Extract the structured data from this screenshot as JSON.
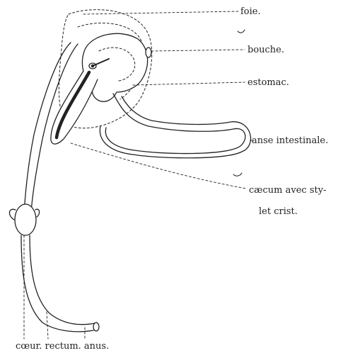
{
  "labels": {
    "foie": "foie.",
    "bouche": "bouche.",
    "estomac": "estomac.",
    "anse": "anse intestinale.",
    "caecum_line1": "cæcum avec sty-",
    "caecum_line2": "let crist.",
    "bottom": "cœur.  rectum.  anus."
  },
  "colors": {
    "ink": "#222222",
    "background": "#ffffff"
  }
}
